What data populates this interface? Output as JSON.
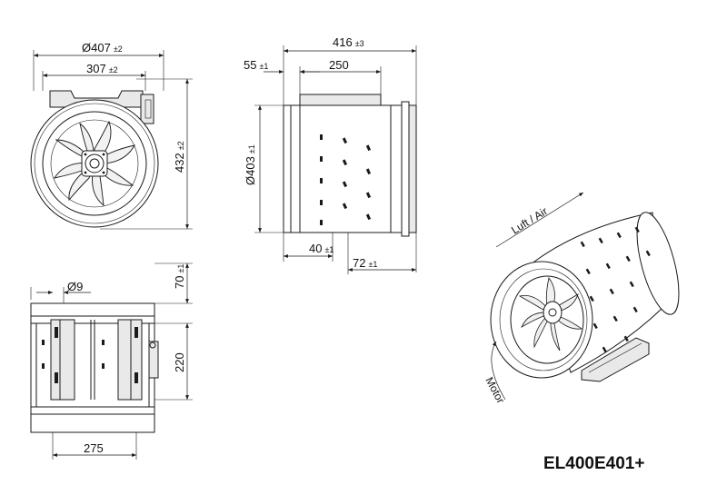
{
  "dimensions": {
    "diameter_outer": "Ø407",
    "diameter_outer_tol": "±2",
    "width_307": "307",
    "width_307_tol": "±2",
    "height_432": "432",
    "height_432_tol": "±2",
    "length_416": "416",
    "length_416_tol": "±3",
    "offset_55": "55",
    "offset_55_tol": "±1",
    "bracket_250": "250",
    "diameter_403": "Ø403",
    "diameter_403_tol": "±1",
    "flange_40": "40",
    "flange_40_tol": "±1",
    "flange_72": "72",
    "flange_72_tol": "±1",
    "hole_diameter": "Ø9",
    "height_70": "70",
    "height_70_tol": "±1",
    "bracket_220": "220",
    "base_275": "275"
  },
  "labels": {
    "airflow": "Luft / Air",
    "motor": "Motor"
  },
  "model": "EL400E401+"
}
